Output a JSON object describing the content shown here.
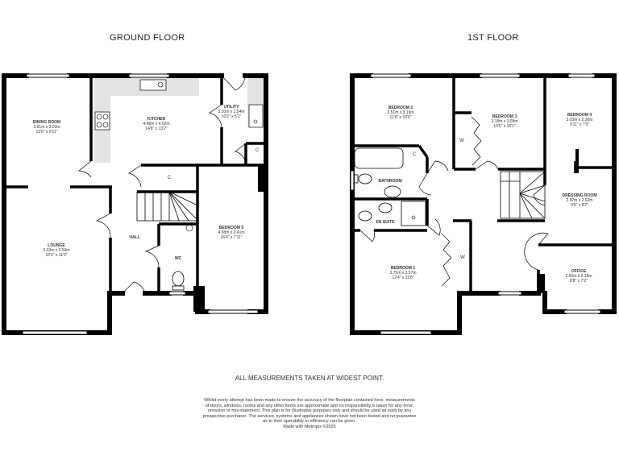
{
  "floors": [
    {
      "title": "GROUND FLOOR",
      "rooms": [
        {
          "name": "DINING ROOM",
          "metric": "3.81m  x 3.03m",
          "imperial": "12'6\"  x 9'11\""
        },
        {
          "name": "KITCHEN",
          "metric": "4.48m  x 4.02m",
          "imperial": "14'8\"  x 13'2\""
        },
        {
          "name": "UTILITY",
          "metric": "3.10m  x 1.54m",
          "imperial": "10'2\"  x 5'1\""
        },
        {
          "name": "LOUNGE",
          "metric": "5.03m  x 3.59m",
          "imperial": "16'6\"  x 11'9\""
        },
        {
          "name": "HALL",
          "metric": "",
          "imperial": ""
        },
        {
          "name": "WC",
          "metric": "",
          "imperial": ""
        },
        {
          "name": "BEDROOM 5",
          "metric": "4.98m  x 2.41m",
          "imperial": "16'4\"  x 7'11\""
        }
      ],
      "tags": [
        "C",
        "C"
      ]
    },
    {
      "title": "1ST FLOOR",
      "rooms": [
        {
          "name": "BEDROOM 2",
          "metric": "3.51m  x 3.19m",
          "imperial": "11'6\"  x 10'6\""
        },
        {
          "name": "BEDROOM 3",
          "metric": "3.18m  x 3.09m",
          "imperial": "10'5\"  x 10'1\""
        },
        {
          "name": "BEDROOM 4",
          "metric": "3.03m  x 2.36m",
          "imperial": "9'11\"  x 7'9\""
        },
        {
          "name": "BATHROOM",
          "metric": "",
          "imperial": ""
        },
        {
          "name": "DRESSING ROOM",
          "metric": "2.97m  x 2.62m",
          "imperial": "9'9\"  x 8'7\""
        },
        {
          "name": "EN SUITE",
          "metric": "",
          "imperial": ""
        },
        {
          "name": "BEDROOM 1",
          "metric": "3.75m  x 3.57m",
          "imperial": "12'4\"  x 11'8\""
        },
        {
          "name": "OFFICE",
          "metric": "2.65m  x 2.18m",
          "imperial": "8'8\"  x 7'2\""
        }
      ],
      "tags": [
        "C",
        "W",
        "W"
      ]
    }
  ],
  "notes": {
    "measurements": "ALL MEASUREMENTS TAKEN AT WIDEST POINT.",
    "disclaimer_lines": [
      "Whilst every attempt has been made to ensure the accuracy of the floorplan contained here, measurements",
      "of doors, windows, rooms and any other items are approximate and no responsibility is taken for any error,",
      "omission or mis-statement. This plan is for illustrative purposes only and should be used as such by any",
      "prospective purchaser. The services, systems and appliances shown have not been tested and no guarantee",
      "as to their operability or efficiency can be given."
    ],
    "credit": "Made with Metropix ©2025"
  }
}
